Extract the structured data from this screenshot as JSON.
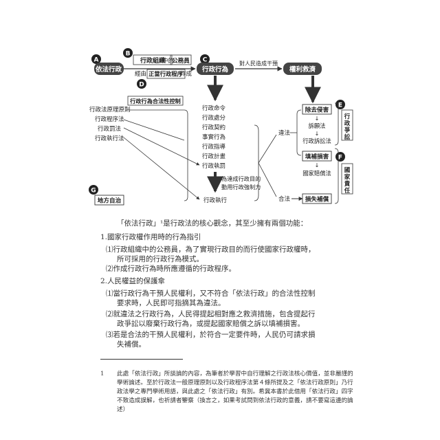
{
  "diagram": {
    "markers": {
      "A": "A",
      "B": "B",
      "C": "C",
      "D": "D",
      "E": "E",
      "F": "F",
      "G": "G"
    },
    "nodes": {
      "admin_by_law": "依法行政",
      "admin_act": "行政行為",
      "rights_relief": "權利救濟",
      "org_label": "行政組織",
      "civil_servant": "公務員",
      "proper_procedure": "正當行政程序",
      "legality_control": "行政行為合法性控制",
      "local_autonomy": "地方自治",
      "remove_infringement": "除去侵害",
      "compensate_damage": "填補損害",
      "loss_compensation": "損失補償",
      "admin_litigation": "行政爭訟",
      "state_liability": "國家責任"
    },
    "labels": {
      "in_the": "中的",
      "via": "經由",
      "operate": "作成",
      "interfere": "對人民造成干預",
      "illegal": "違法",
      "legal": "合法",
      "goal_line1": "為達成行政目的",
      "goal_line2": "動用行政強制力"
    },
    "principles": [
      "行政法原理原則",
      "行政程序法",
      "行政罰法",
      "行政執行法"
    ],
    "act_types": [
      "行政命令",
      "行政處分",
      "行政契約",
      "事實行為",
      "行政指導",
      "行政計畫",
      "行政執罰"
    ],
    "enforcement": "行政執行",
    "relief_remove": [
      "訴願法",
      "行政訴訟法"
    ],
    "relief_compensate": [
      "國家賠償法"
    ]
  },
  "body": {
    "intro": "「依法行政」¹是行政法的核心觀念，其至少擁有兩個功能：",
    "p1_title": "1.國家行政權作用時的行為指引",
    "p1_1": "⑴行政組織中的公務員，為了實現行政目的而行使國家行政權時，",
    "p1_1b": "所可採用的行政行為模式。",
    "p1_2": "⑵作成行政行為時所應遵循的行政程序。",
    "p2_title": "2.人民權益的保護傘",
    "p2_1": "⑴當行政行為干預人民權利，又不符合「依法行政」的合法性控制",
    "p2_1b": "要求時，人民即可指摘其為違法。",
    "p2_2": "⑵就違法之行政行為，人民得提起相對應之救濟措施，包含提起行",
    "p2_2b": "政爭訟以廢棄行政行為，或提起國家賠償之訴以填補損害。",
    "p2_3": "⑶若是合法的干預人民權利，於符合一定要件時，人民仍可請求損",
    "p2_3b": "失補償。"
  },
  "footnote": {
    "number": "1",
    "line1": "此處「依法行政」所談論的內容，為筆者於學習中自行理解之行政法核心價值，並非嚴謹的",
    "line2": "學術論述。至於行政法一般原理原則以及行政程序法第４條所提及之「依法行政原則」乃行",
    "line3": "政法學之專門學術用語，與此處之「依法行政」有別。希冀本書於此借用「依法行政」四字",
    "line4": "不致造成誤解，也祈請者鑒察（換言之，如果考試問到依法行政的意義，請不要寫這邊的論",
    "line5": "述）"
  }
}
